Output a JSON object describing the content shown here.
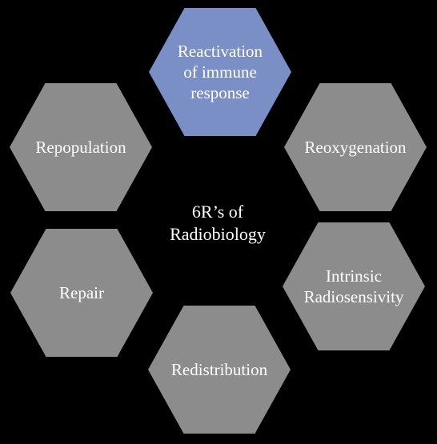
{
  "diagram": {
    "background": "#000000",
    "text_color": "#ffffff",
    "center": {
      "lines": [
        "6R’s of",
        "Radiobiology"
      ]
    },
    "hexagons": [
      {
        "id": "reactivation",
        "lines": [
          "Reactivation",
          "of immune",
          "response"
        ],
        "color": "#7b8fc7",
        "highlighted": true
      },
      {
        "id": "reoxygenation",
        "lines": [
          "Reoxygenation"
        ],
        "color": "#8c8c8c",
        "highlighted": false
      },
      {
        "id": "intrinsic-radiosensivity",
        "lines": [
          "Intrinsic",
          "Radiosensivity"
        ],
        "color": "#8c8c8c",
        "highlighted": false
      },
      {
        "id": "redistribution",
        "lines": [
          "Redistribution"
        ],
        "color": "#8c8c8c",
        "highlighted": false
      },
      {
        "id": "repair",
        "lines": [
          "Repair"
        ],
        "color": "#8c8c8c",
        "highlighted": false
      },
      {
        "id": "repopulation",
        "lines": [
          "Repopulation"
        ],
        "color": "#8c8c8c",
        "highlighted": false
      }
    ]
  }
}
